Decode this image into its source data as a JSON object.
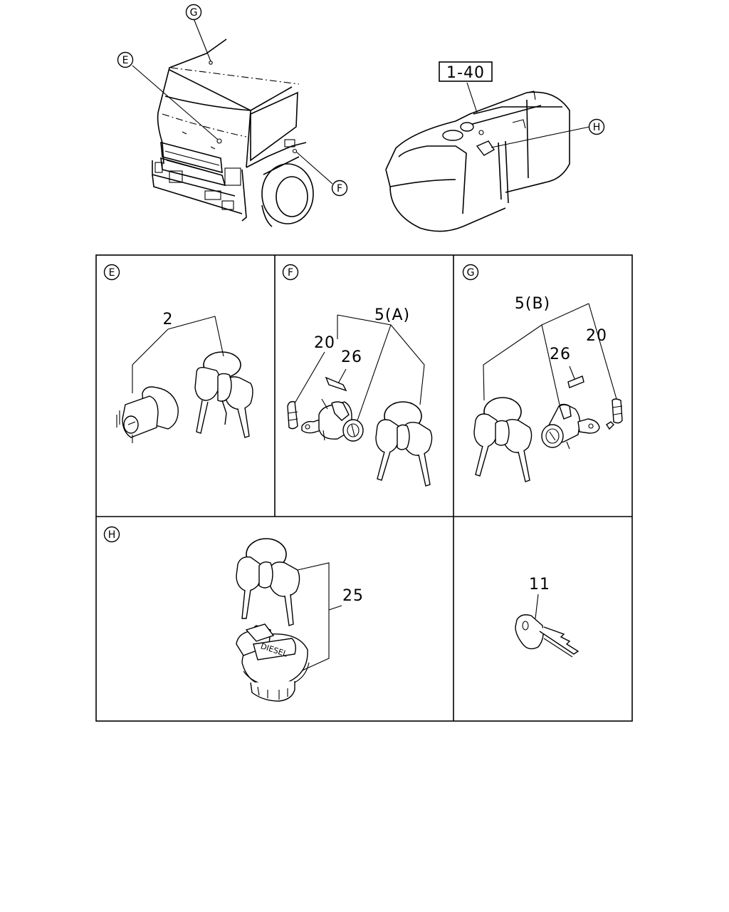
{
  "callouts": {
    "g": "G",
    "e": "E",
    "f": "F",
    "h": "H"
  },
  "ref_box": "1-40",
  "panels": {
    "e": {
      "marker": "E",
      "part": "2"
    },
    "f": {
      "marker": "F",
      "part_a": "5(A)",
      "part_b": "20",
      "part_c": "26"
    },
    "g": {
      "marker": "G",
      "part_a": "5(B)",
      "part_b": "26",
      "part_c": "20"
    },
    "h": {
      "marker": "H",
      "part": "25",
      "cap_text": "DIESEL"
    },
    "key": {
      "part": "11"
    }
  }
}
